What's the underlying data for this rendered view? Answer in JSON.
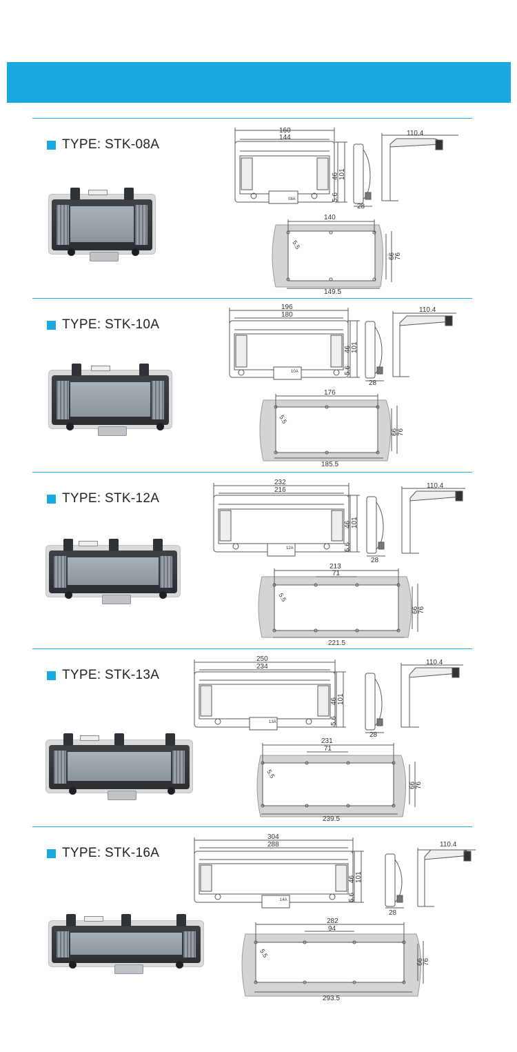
{
  "colors": {
    "accent": "#1ba8e0",
    "drawing_stroke": "#555555",
    "plate_fill": "#d4d4d4"
  },
  "sections": [
    {
      "type_label": "TYPE: STK-08A",
      "dims": {
        "outer": "160",
        "inner": "144",
        "h46": "46",
        "h101": "101",
        "h56": "5.6",
        "depth": "28",
        "clip": "110.4",
        "hole_spacing": "140",
        "dia": "5.5",
        "c66": "66",
        "c76": "76",
        "bottom": "149.5",
        "model": "08A"
      }
    },
    {
      "type_label": "TYPE: STK-10A",
      "dims": {
        "outer": "196",
        "inner": "180",
        "h46": "46",
        "h101": "101",
        "h56": "5.6",
        "depth": "28",
        "clip": "110.4",
        "hole_spacing": "176",
        "dia": "5.5",
        "c66": "66",
        "c76": "76",
        "bottom": "185.5",
        "model": "10A"
      }
    },
    {
      "type_label": "TYPE: STK-12A",
      "dims": {
        "outer": "232",
        "inner": "216",
        "h46": "46",
        "h101": "101",
        "h56": "5.6",
        "depth": "28",
        "clip": "110.4",
        "hole_spacing": "213",
        "sub_spacing": "71",
        "dia": "5.5",
        "c66": "66",
        "c76": "76",
        "bottom": "221.5",
        "model": "12A"
      }
    },
    {
      "type_label": "TYPE: STK-13A",
      "dims": {
        "outer": "250",
        "inner": "234",
        "h46": "46",
        "h101": "101",
        "h56": "5.6",
        "depth": "28",
        "clip": "110.4",
        "hole_spacing": "231",
        "sub_spacing": "71",
        "dia": "5.5",
        "c66": "66",
        "c76": "76",
        "bottom": "239.5",
        "model": "13A"
      }
    },
    {
      "type_label": "TYPE: STK-16A",
      "dims": {
        "outer": "304",
        "inner": "288",
        "h46": "46",
        "h101": "101",
        "h56": "5.6",
        "depth": "28",
        "clip": "110.4",
        "hole_spacing": "282",
        "sub_spacing": "94",
        "dia": "5.5",
        "c66": "66",
        "c76": "76",
        "bottom": "293.5",
        "model": "14A"
      }
    }
  ]
}
